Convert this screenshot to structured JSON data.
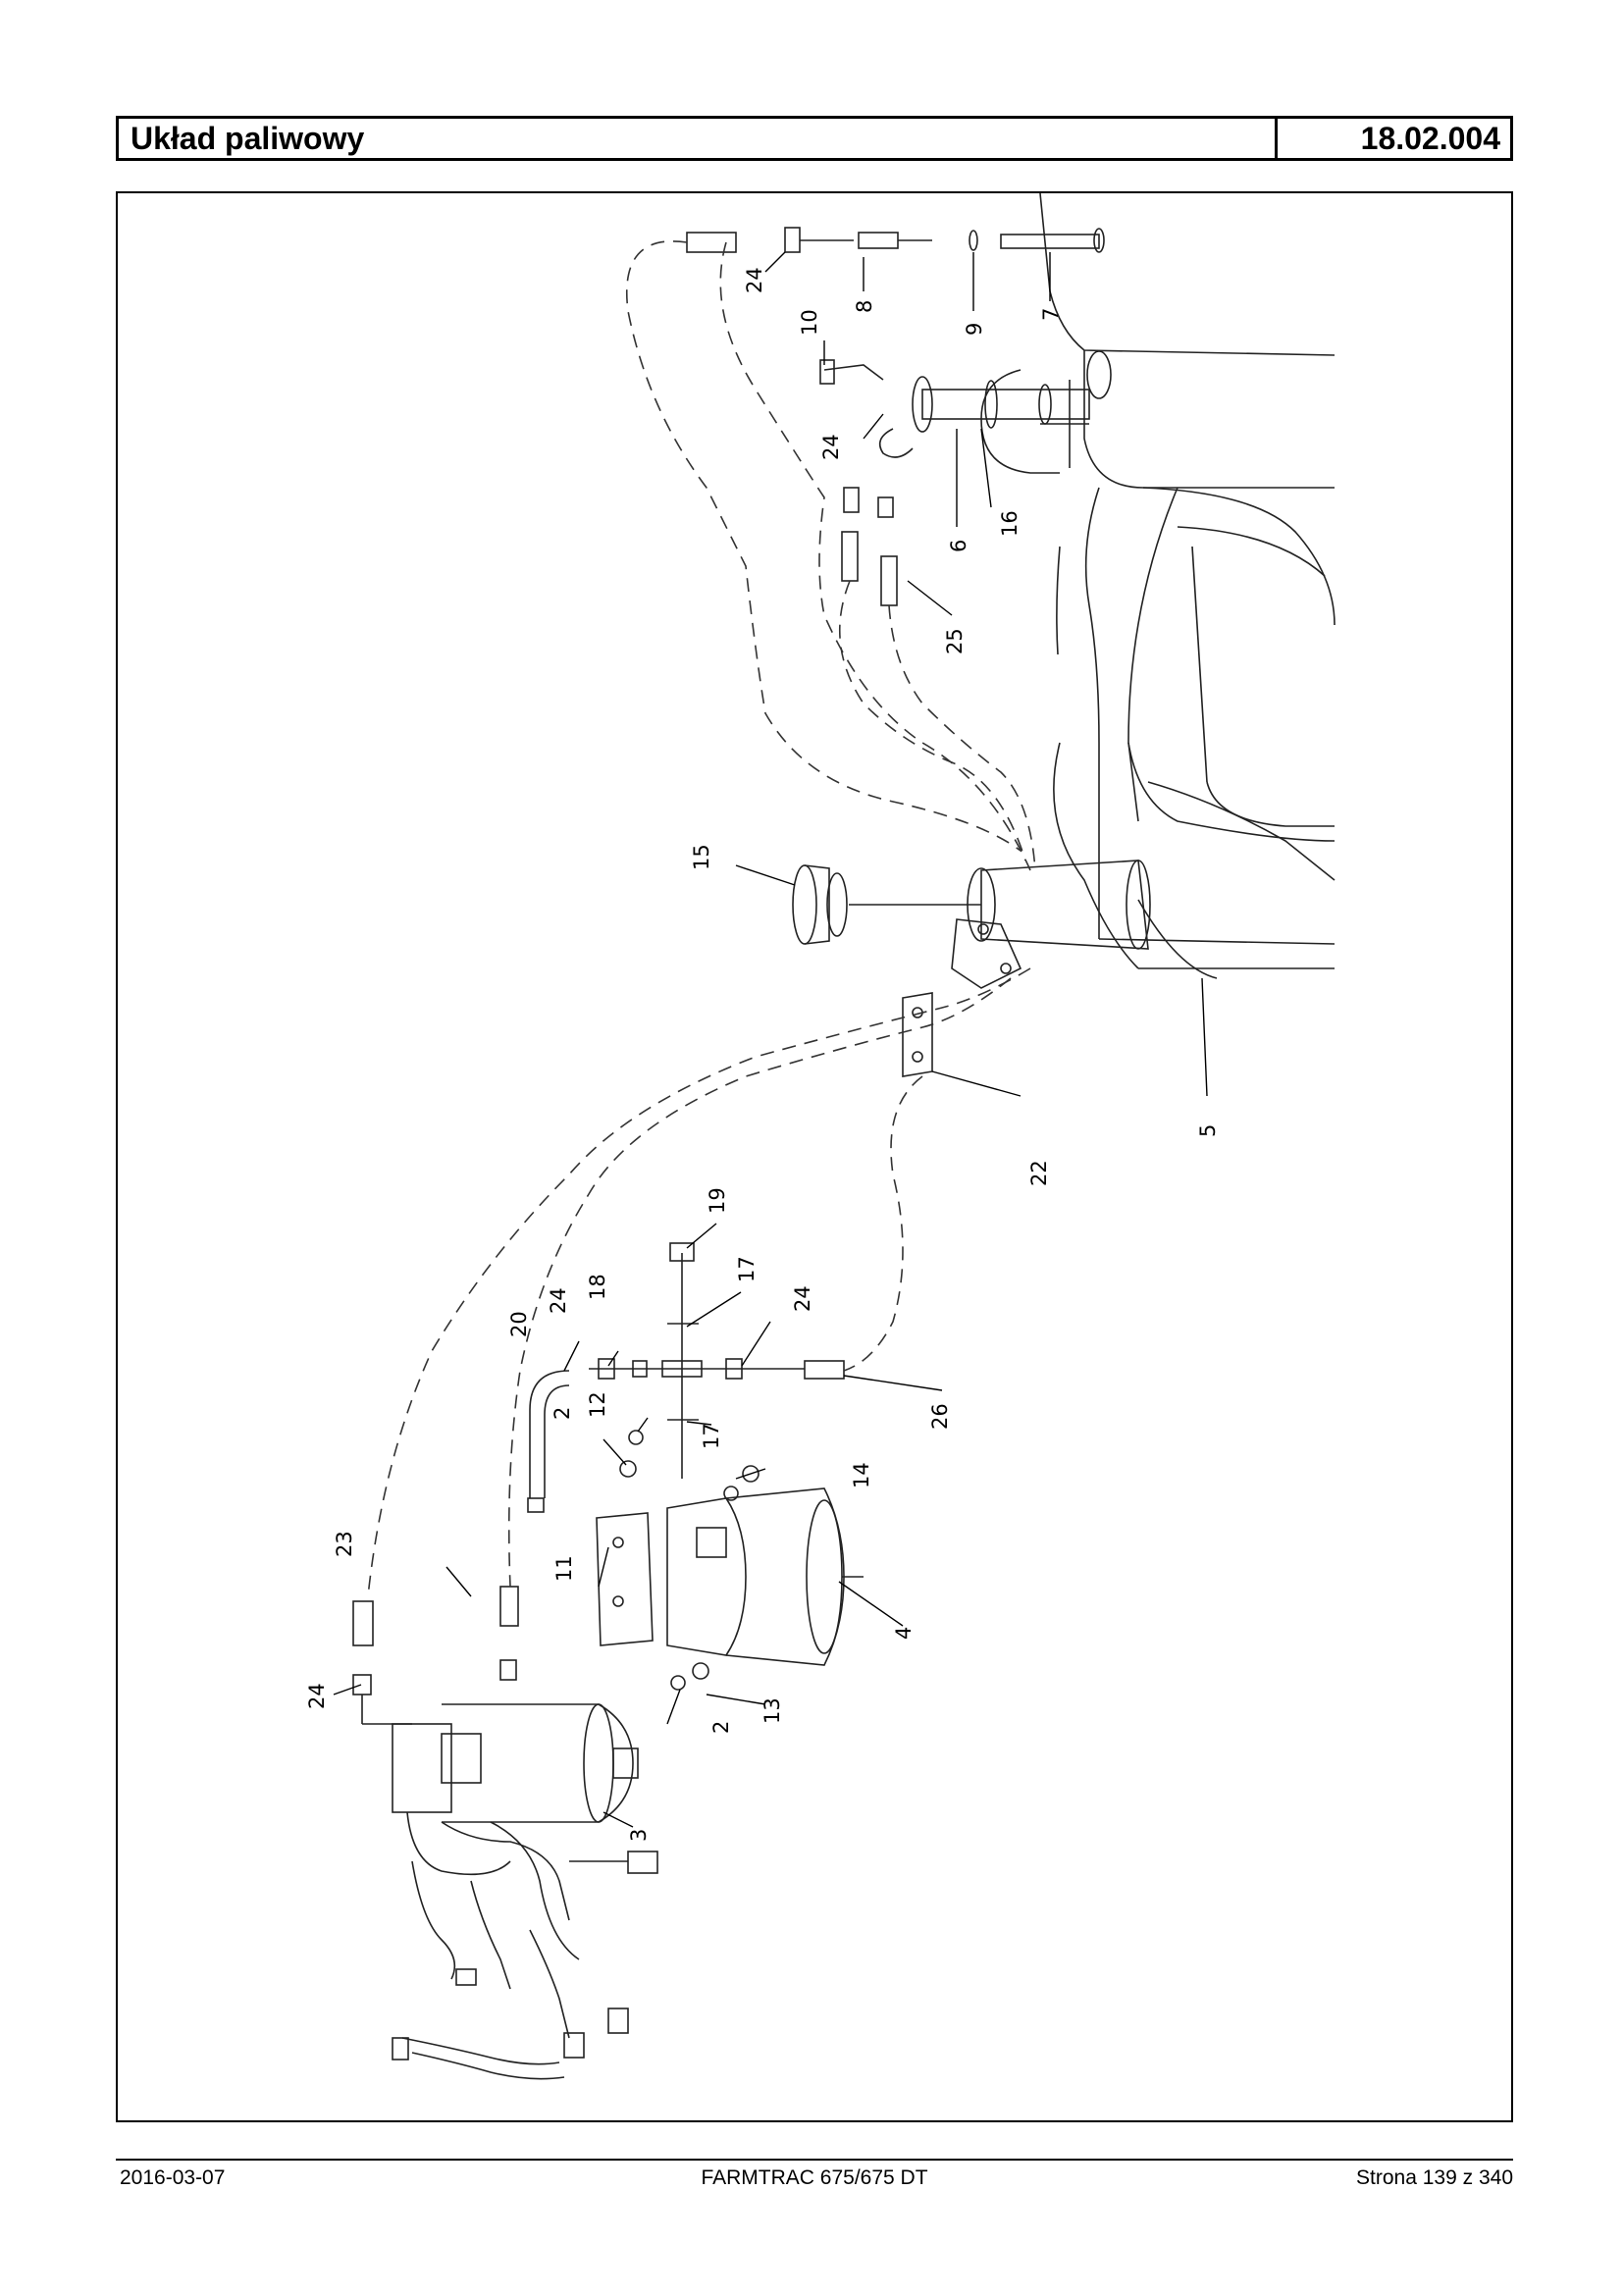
{
  "header": {
    "title": "Układ paliwowy",
    "code": "18.02.004"
  },
  "diagram": {
    "callouts": [
      "24",
      "8",
      "9",
      "7",
      "10",
      "24",
      "6",
      "16",
      "25",
      "15",
      "5",
      "22",
      "19",
      "17",
      "18",
      "24",
      "24",
      "20",
      "12",
      "2",
      "17",
      "26",
      "14",
      "11",
      "4",
      "23",
      "13",
      "2",
      "24",
      "3"
    ]
  },
  "footer": {
    "date": "2016-03-07",
    "model": "FARMTRAC 675/675 DT",
    "page": "Strona 139 z 340"
  }
}
